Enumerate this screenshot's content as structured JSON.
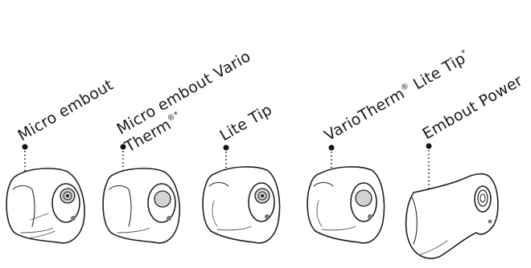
{
  "labels": {
    "micro_embout": "Micro embout",
    "micro_embout_vario_line1": "Micro embout Vario",
    "micro_embout_vario_line2": "Therm",
    "micro_embout_vario_sup": "®*",
    "lite_tip": "Lite Tip",
    "variotherm_lite_tip_a": "VarioTherm",
    "variotherm_lite_tip_reg": "®",
    "variotherm_lite_tip_b": " Lite Tip",
    "variotherm_lite_tip_star": "*",
    "embout_power": "Embout Power"
  }
}
